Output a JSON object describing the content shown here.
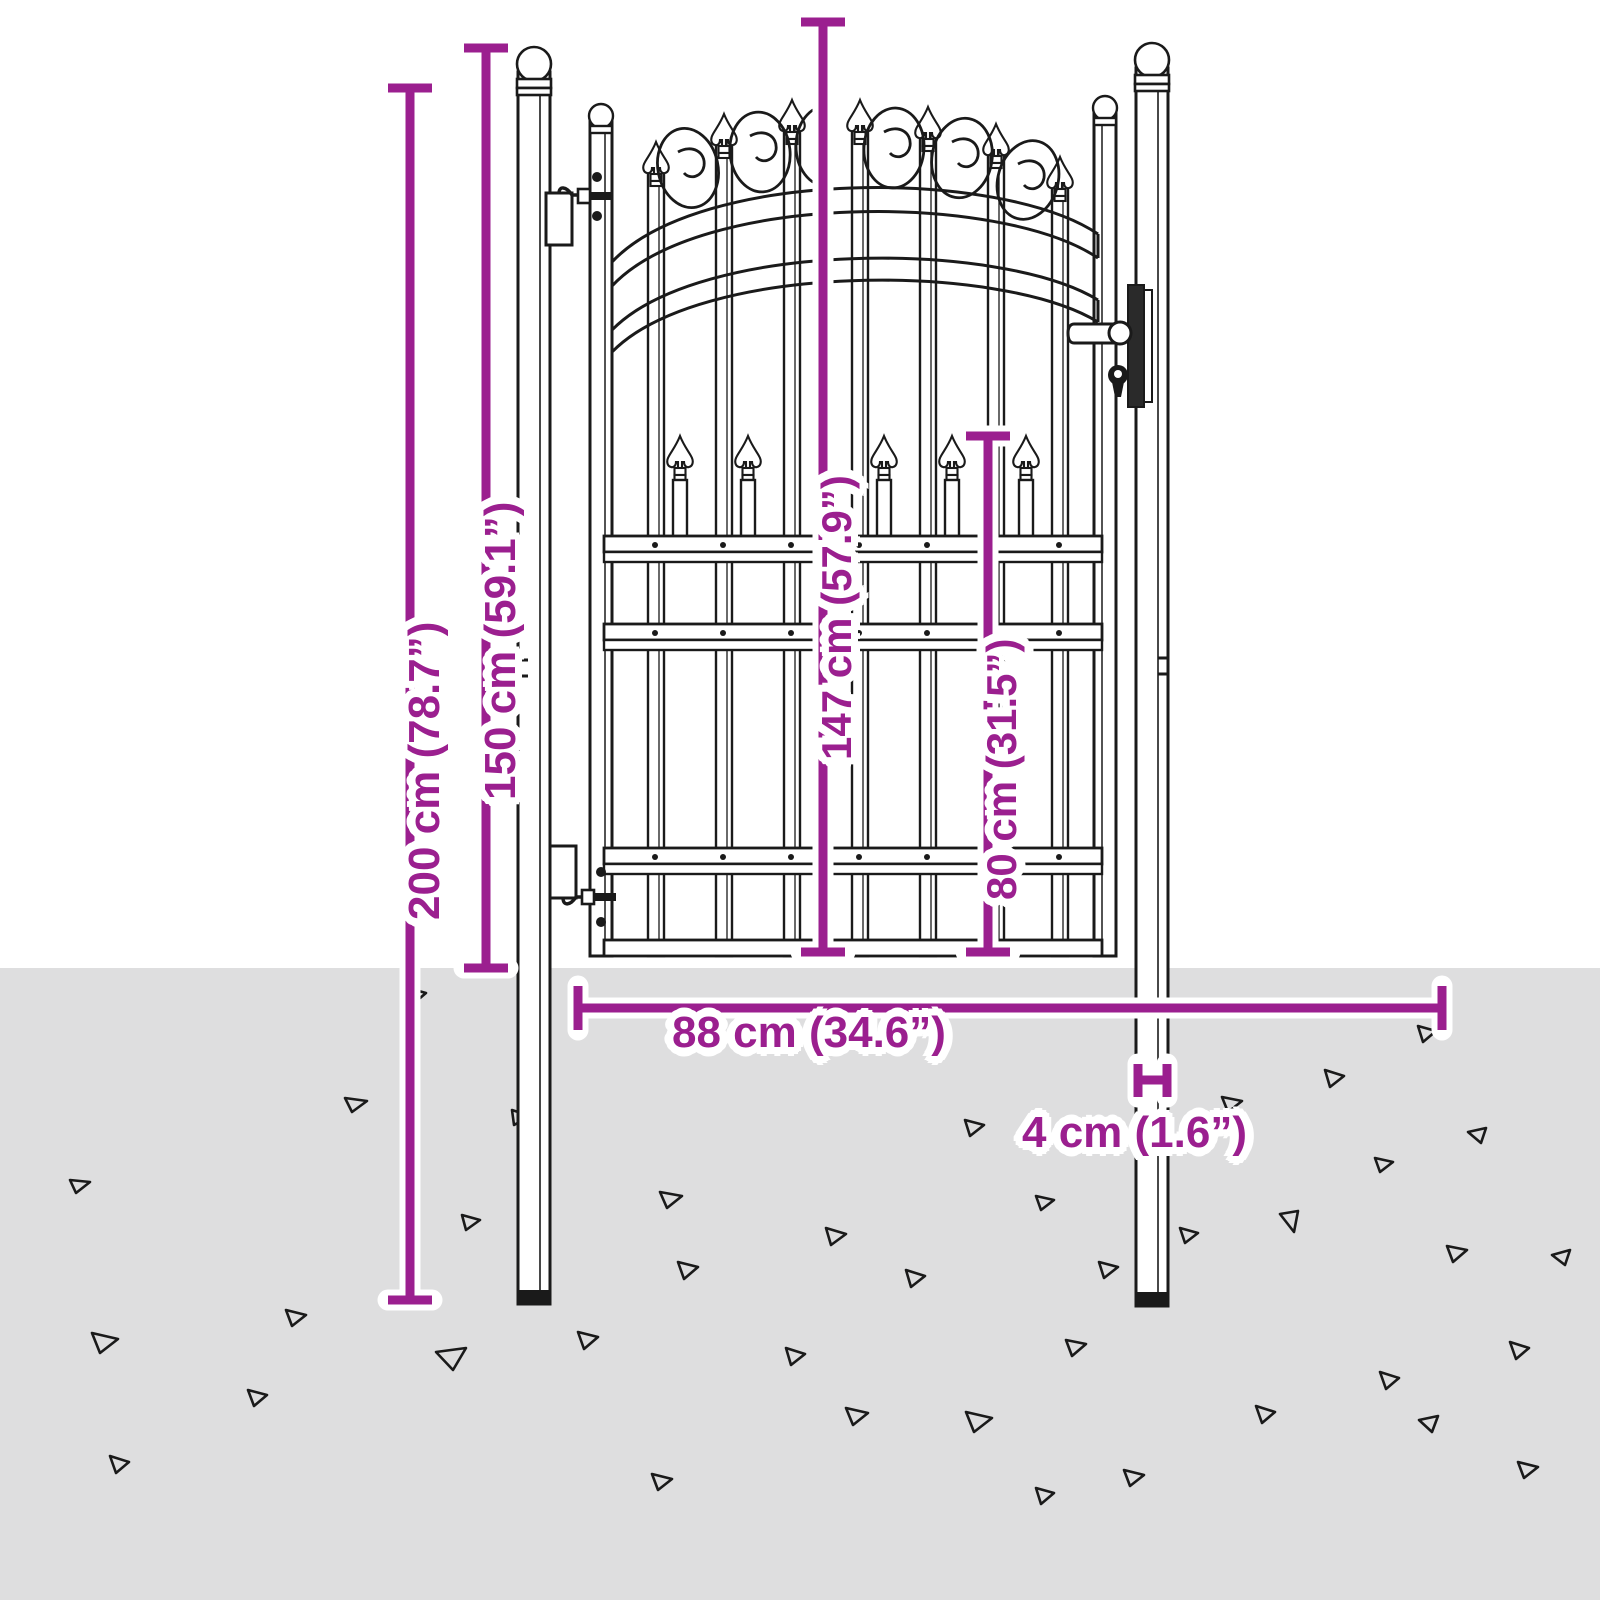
{
  "diagram": {
    "title": "Garden gate dimension diagram",
    "subject": "arched metal garden gate with fence posts",
    "units": "cm and inches",
    "accent_color": "#9b1f8f",
    "ground_color": "#dededf",
    "line_color": "#1a1a1a",
    "background_color": "#ffffff"
  },
  "dimensions": {
    "post_total_height": {
      "label": "200 cm (78.7”)",
      "value_cm": 200,
      "value_in": 78.7,
      "orientation": "vertical",
      "measures": "total post length including buried section"
    },
    "post_above_ground": {
      "label": "150 cm (59.1”)",
      "value_cm": 150,
      "value_in": 59.1,
      "orientation": "vertical",
      "measures": "post height above ground"
    },
    "gate_height": {
      "label": "147 cm (57.9”)",
      "value_cm": 147,
      "value_in": 57.9,
      "orientation": "vertical",
      "measures": "overall gate height to arch peak"
    },
    "gate_lower_section": {
      "label": "80 cm (31.5”)",
      "value_cm": 80,
      "value_in": 31.5,
      "orientation": "vertical",
      "measures": "height of lower gate panel section"
    },
    "gate_width": {
      "label": "88 cm (34.6”)",
      "value_cm": 88,
      "value_in": 34.6,
      "orientation": "horizontal",
      "measures": "gate leaf width"
    },
    "post_width": {
      "label": "4 cm (1.6”)",
      "value_cm": 4,
      "value_in": 1.6,
      "orientation": "horizontal",
      "measures": "post square section width"
    }
  },
  "parts": {
    "left_post": "left-fence-post",
    "right_post": "right-fence-post",
    "gate_leaf": "gate-leaf",
    "arch_top_rail": "arched-top-rail",
    "scroll_ovals": "decorative-oval-scrolls",
    "finials": "fleur-de-lis-finials",
    "ball_caps": "post-ball-caps",
    "upper_hinge": "upper-hinge",
    "lower_hinge": "lower-hinge",
    "handle": "lever-handle",
    "lock_cylinder": "lock-cylinder",
    "lock_plate": "lock-backplate",
    "mid_rails": "mid-horizontal-rails",
    "bottom_rails": "bottom-horizontal-rails",
    "ground": "ground-gravel-surface"
  }
}
